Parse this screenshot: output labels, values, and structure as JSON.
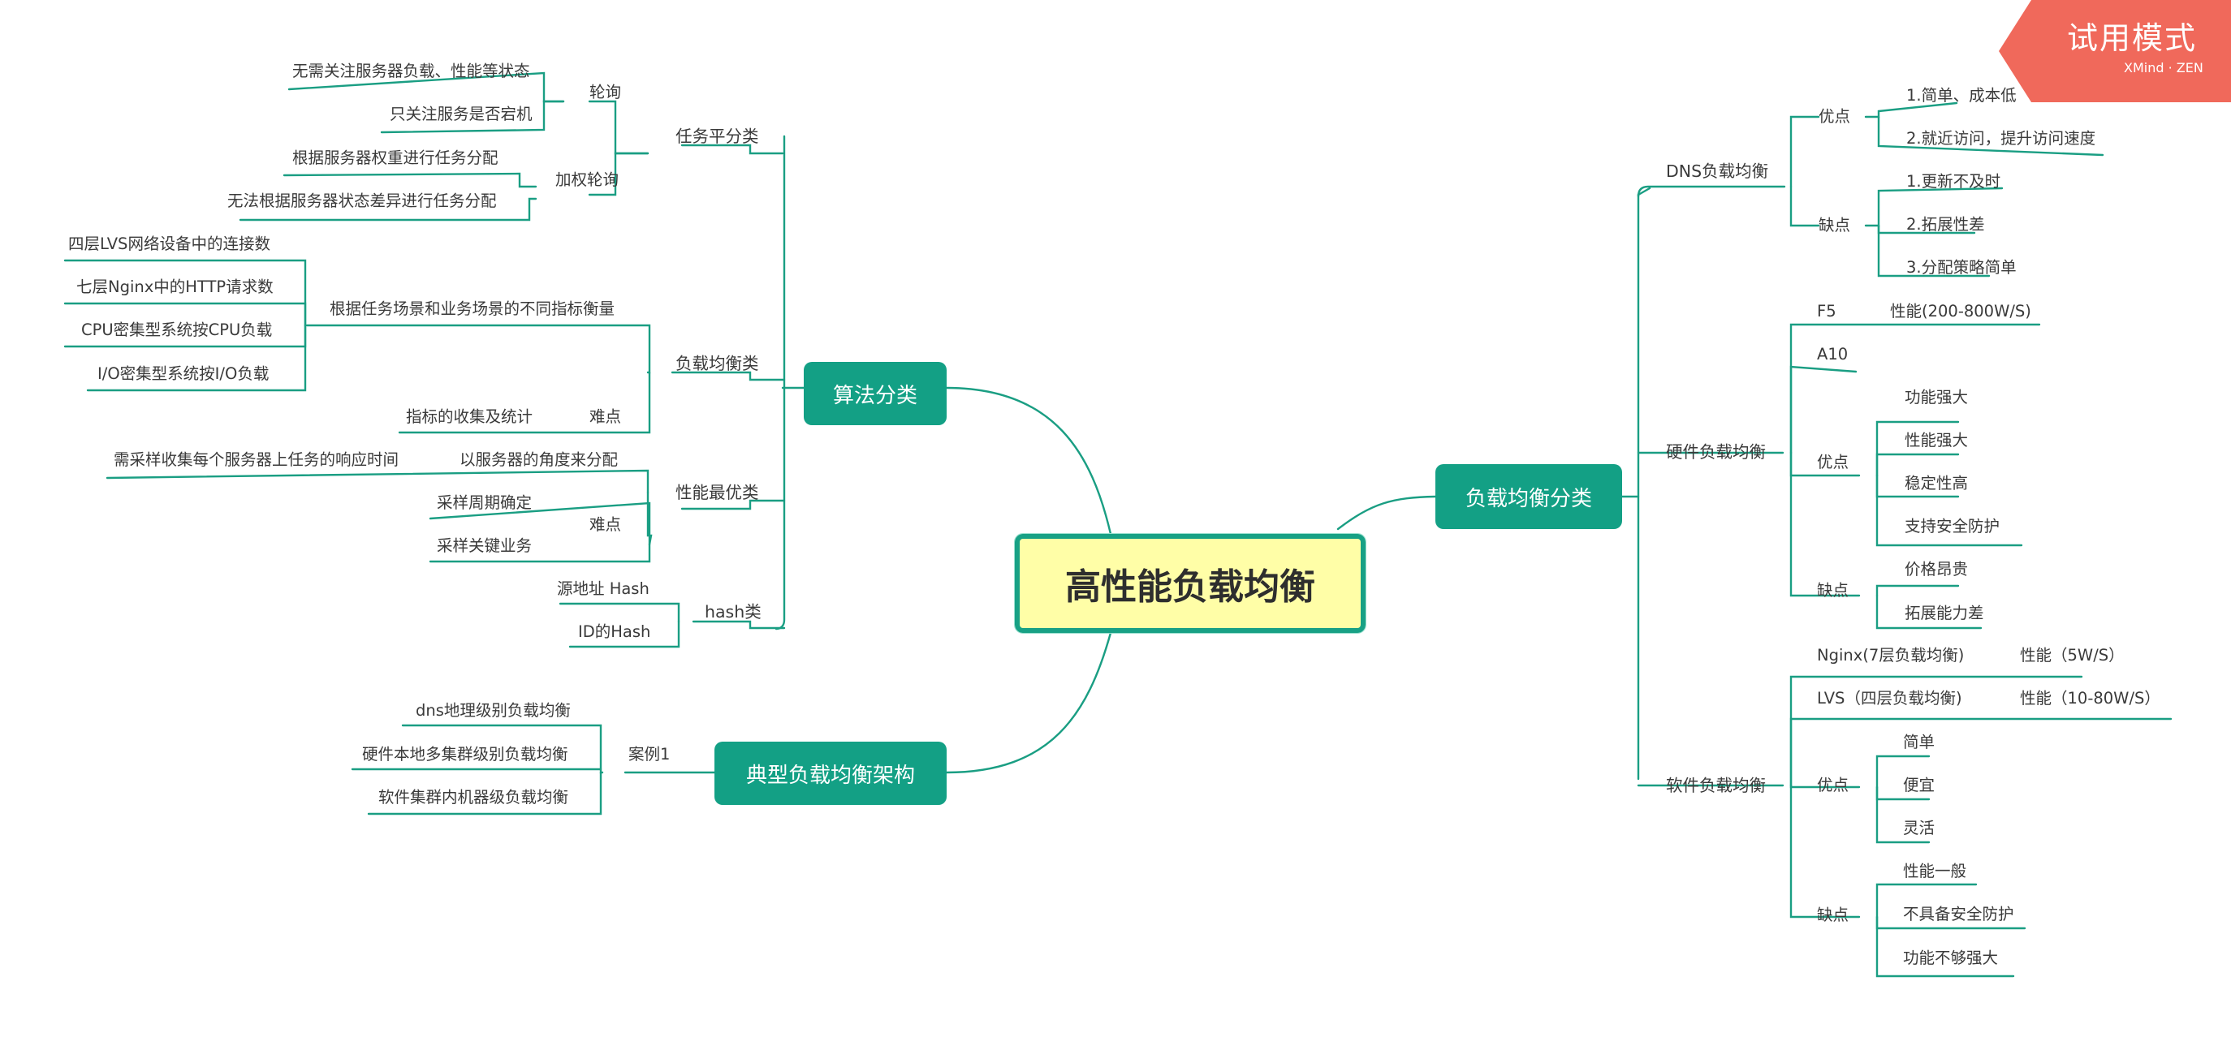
{
  "central_topic": "高性能负载均衡",
  "branches": {
    "algorithm": {
      "label": "算法分类",
      "task_equal": {
        "label": "任务平分类",
        "round_robin": {
          "label": "轮询",
          "items": [
            "无需关注服务器负载、性能等状态",
            "只关注服务是否宕机"
          ]
        },
        "weighted": {
          "label": "加权轮询",
          "items": [
            "根据服务器权重进行任务分配",
            "无法根据服务器状态差异进行任务分配"
          ]
        }
      },
      "load_balance": {
        "label": "负载均衡类",
        "metric": {
          "label": "根据任务场景和业务场景的不同指标衡量",
          "items": [
            "四层LVS网络设备中的连接数",
            "七层Nginx中的HTTP请求数",
            "CPU密集型系统按CPU负载",
            "I/O密集型系统按I/O负载"
          ]
        },
        "difficulty": {
          "label": "难点",
          "items": [
            "指标的收集及统计"
          ]
        }
      },
      "best_perf": {
        "label": "性能最优类",
        "server_view": {
          "label": "以服务器的角度来分配",
          "items": [
            "需采样收集每个服务器上任务的响应时间"
          ]
        },
        "difficulty": {
          "label": "难点",
          "items": [
            "采样周期确定",
            "采样关键业务"
          ]
        }
      },
      "hash": {
        "label": "hash类",
        "items": [
          "源地址 Hash",
          "ID的Hash"
        ]
      }
    },
    "typical": {
      "label": "典型负载均衡架构",
      "case1": {
        "label": "案例1",
        "items": [
          "dns地理级别负载均衡",
          "硬件本地多集群级别负载均衡",
          "软件集群内机器级负载均衡"
        ]
      }
    },
    "categories": {
      "label": "负载均衡分类",
      "dns": {
        "label": "DNS负载均衡",
        "pros": {
          "label": "优点",
          "items": [
            "1.简单、成本低",
            "2.就近访问，提升访问速度"
          ]
        },
        "cons": {
          "label": "缺点",
          "items": [
            "1.更新不及时",
            "2.拓展性差",
            "3.分配策略简单"
          ]
        }
      },
      "hardware": {
        "label": "硬件负载均衡",
        "f5": {
          "label": "F5",
          "detail": "性能(200-800W/S)"
        },
        "a10": {
          "label": "A10"
        },
        "pros": {
          "label": "优点",
          "items": [
            "功能强大",
            "性能强大",
            "稳定性高",
            "支持安全防护"
          ]
        },
        "cons": {
          "label": "缺点",
          "items": [
            "价格昂贵",
            "拓展能力差"
          ]
        }
      },
      "software": {
        "label": "软件负载均衡",
        "nginx": {
          "label": "Nginx(7层负载均衡)",
          "detail": "性能（5W/S）"
        },
        "lvs": {
          "label": "LVS（四层负载均衡)",
          "detail": "性能（10-80W/S）"
        },
        "pros": {
          "label": "优点",
          "items": [
            "简单",
            "便宜",
            "灵活"
          ]
        },
        "cons": {
          "label": "缺点",
          "items": [
            "性能一般",
            "不具备安全防护",
            "功能不够强大"
          ]
        }
      }
    }
  },
  "trial_badge": {
    "title": "试用模式",
    "brand": "XMind · ZEN"
  },
  "colors": {
    "line": "#1a9e83",
    "topic_fill": "#13a085",
    "central_fill": "#fffea7",
    "badge": "#f0695b"
  }
}
